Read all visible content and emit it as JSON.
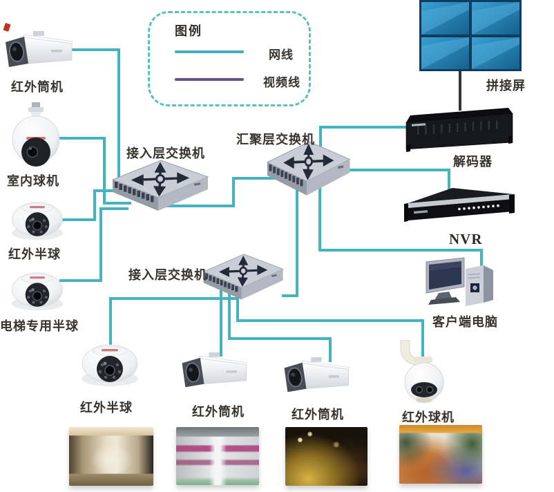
{
  "legend": {
    "title": "图例",
    "items": [
      {
        "label": "网线",
        "color": "#4aa9bb"
      },
      {
        "label": "视频线",
        "color": "#6b4f8a"
      }
    ]
  },
  "nodes": {
    "cam_bullet_1": {
      "label": "红外筒机",
      "icon": "bullet-camera"
    },
    "cam_indoor_dome": {
      "label": "室内球机",
      "icon": "speed-dome-camera"
    },
    "cam_halfdome_1": {
      "label": "红外半球",
      "icon": "mini-dome-camera"
    },
    "cam_elevator_dome": {
      "label": "电梯专用半球",
      "icon": "mini-dome-camera"
    },
    "switch_access_1": {
      "label": "接入层交换机",
      "icon": "network-switch"
    },
    "switch_aggregation": {
      "label": "汇聚层交换机",
      "icon": "network-switch"
    },
    "switch_access_2": {
      "label": "接入层交换机",
      "icon": "network-switch"
    },
    "video_wall": {
      "label": "拼接屏",
      "icon": "video-wall-2x2"
    },
    "decoder": {
      "label": "解码器",
      "icon": "decoder-rack"
    },
    "nvr": {
      "label": "NVR",
      "icon": "nvr-rack"
    },
    "client_pc": {
      "label": "客户端电脑",
      "icon": "desktop-computer"
    },
    "cam_halfdome_2": {
      "label": "红外半球",
      "icon": "mini-dome-camera"
    },
    "cam_bullet_2": {
      "label": "红外筒机",
      "icon": "bullet-camera"
    },
    "cam_bullet_3": {
      "label": "红外筒机",
      "icon": "bullet-camera"
    },
    "cam_ptz": {
      "label": "红外球机",
      "icon": "ptz-ball-camera"
    }
  },
  "connections": [
    {
      "from": "cam_bullet_1",
      "to": "switch_access_1",
      "cable": "网线"
    },
    {
      "from": "cam_indoor_dome",
      "to": "switch_access_1",
      "cable": "网线"
    },
    {
      "from": "cam_halfdome_1",
      "to": "switch_access_1",
      "cable": "网线"
    },
    {
      "from": "cam_elevator_dome",
      "to": "switch_access_1",
      "cable": "网线"
    },
    {
      "from": "switch_access_1",
      "to": "switch_aggregation",
      "cable": "网线"
    },
    {
      "from": "switch_aggregation",
      "to": "decoder",
      "cable": "网线"
    },
    {
      "from": "switch_aggregation",
      "to": "nvr",
      "cable": "网线"
    },
    {
      "from": "switch_aggregation",
      "to": "client_pc",
      "cable": "网线"
    },
    {
      "from": "switch_aggregation",
      "to": "switch_access_2",
      "cable": "网线"
    },
    {
      "from": "switch_access_2",
      "to": "cam_halfdome_2",
      "cable": "网线"
    },
    {
      "from": "switch_access_2",
      "to": "cam_bullet_2",
      "cable": "网线"
    },
    {
      "from": "switch_access_2",
      "to": "cam_bullet_3",
      "cable": "网线"
    },
    {
      "from": "switch_access_2",
      "to": "cam_ptz",
      "cable": "网线"
    },
    {
      "from": "video_wall",
      "to": "decoder",
      "cable": "视频线"
    }
  ],
  "colors": {
    "network_line": "#45b3be",
    "video_line": "#37323f",
    "legend_border": "#55c3b6",
    "label_text": "#37332e",
    "wall_screen": "#1f85ba"
  },
  "photos": [
    {
      "icon": "hotel-corridor-photo"
    },
    {
      "icon": "factory-workshop-photo"
    },
    {
      "icon": "night-road-photo"
    },
    {
      "icon": "outdoor-restaurant-photo"
    }
  ]
}
